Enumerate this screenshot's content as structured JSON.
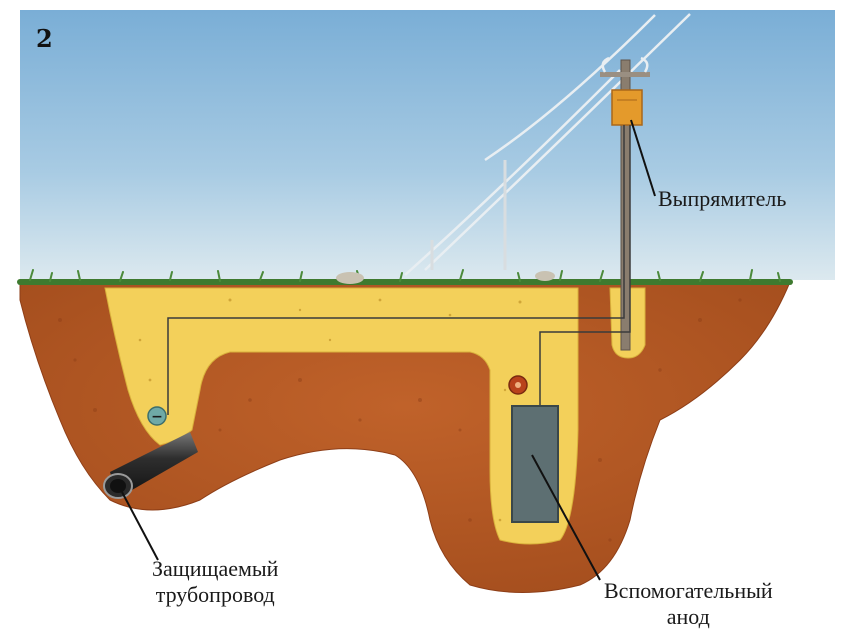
{
  "figure": {
    "number": "2"
  },
  "labels": {
    "rectifier": "Выпрямитель",
    "pipe_line1": "Защищаемый",
    "pipe_line2": "трубопровод",
    "anode_line1": "Вспомогательный",
    "anode_line2": "анод"
  },
  "polarity": {
    "pipe": "−"
  },
  "colors": {
    "sky_top": "#7fb1d8",
    "sky_bottom": "#d9e8ef",
    "soil": "#b75a26",
    "soil_dark": "#8e3e17",
    "backfill": "#f2cf57",
    "pipe": "#3b3b3b",
    "anode": "#5d6f72",
    "grass": "#4b8a3a",
    "pole": "#8a7d6e",
    "rectifier_box": "#e49a2b"
  }
}
